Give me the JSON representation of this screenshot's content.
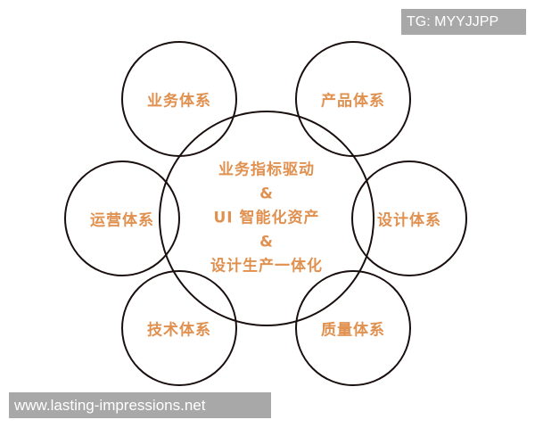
{
  "diagram": {
    "center": {
      "lines": [
        "业务指标驱动",
        "&",
        "UI 智能化资产",
        "&",
        "设计生产一体化"
      ]
    },
    "satellites": [
      {
        "label": "业务体系"
      },
      {
        "label": "产品体系"
      },
      {
        "label": "运营体系"
      },
      {
        "label": "设计体系"
      },
      {
        "label": "技术体系"
      },
      {
        "label": "质量体系"
      }
    ],
    "colors": {
      "text": "#e0904f",
      "stroke": "#1a0f0f"
    }
  },
  "overlays": {
    "tg_tag": "TG: MYYJJPP",
    "watermark": "www.lasting-impressions.net"
  }
}
